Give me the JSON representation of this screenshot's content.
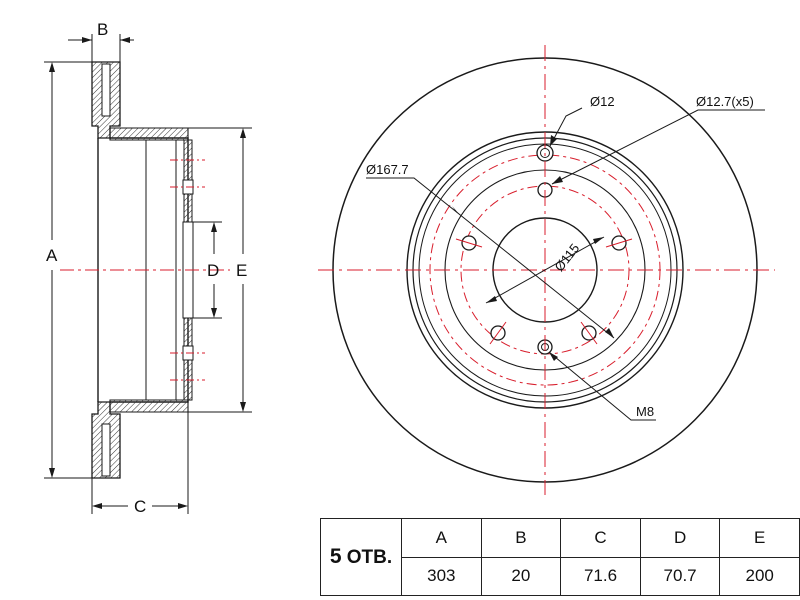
{
  "side_view": {
    "labels": {
      "a": "A",
      "b": "B",
      "c": "C",
      "d": "D",
      "e": "E"
    }
  },
  "front_view": {
    "callouts": {
      "center_hole": "Ø12",
      "bolt_holes": "Ø12.7(x5)",
      "pcd": "Ø167.7",
      "hub_bore": "Ø115",
      "thread": "M8"
    }
  },
  "spec_table": {
    "holes_count": "5",
    "holes_label": "ОТВ.",
    "headers": [
      "A",
      "B",
      "C",
      "D",
      "E"
    ],
    "values": [
      "303",
      "20",
      "71.6",
      "70.7",
      "200"
    ]
  },
  "colors": {
    "line": "#1a1a1a",
    "centerline": "#d81e2c",
    "hatch": "#333333"
  }
}
